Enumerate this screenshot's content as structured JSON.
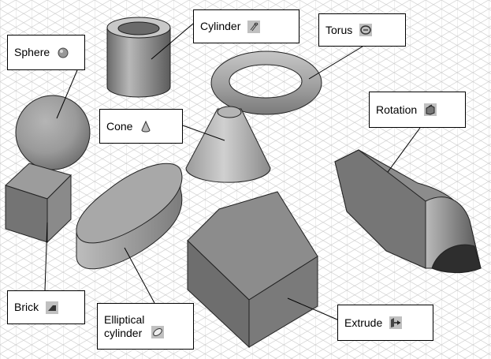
{
  "labels": {
    "sphere": "Sphere",
    "cylinder": "Cylinder",
    "torus": "Torus",
    "cone": "Cone",
    "rotation": "Rotation",
    "brick": "Brick",
    "elliptical_cylinder_line1": "Elliptical",
    "elliptical_cylinder_line2": "cylinder",
    "extrude": "Extrude"
  },
  "icons": {
    "sphere": "sphere-icon",
    "cylinder": "cylinder-icon",
    "torus": "torus-icon",
    "cone": "cone-icon",
    "rotation": "rotation-icon",
    "brick": "brick-icon",
    "elliptical_cylinder": "elliptical-cylinder-icon",
    "extrude": "extrude-icon"
  },
  "colors": {
    "background": "#ffffff",
    "grid": "#c8c8c8",
    "solid_light": "#c4c4c4",
    "solid_mid": "#8c8c8c",
    "solid_dark": "#5a5a5a",
    "outline": "#1a1a1a"
  }
}
